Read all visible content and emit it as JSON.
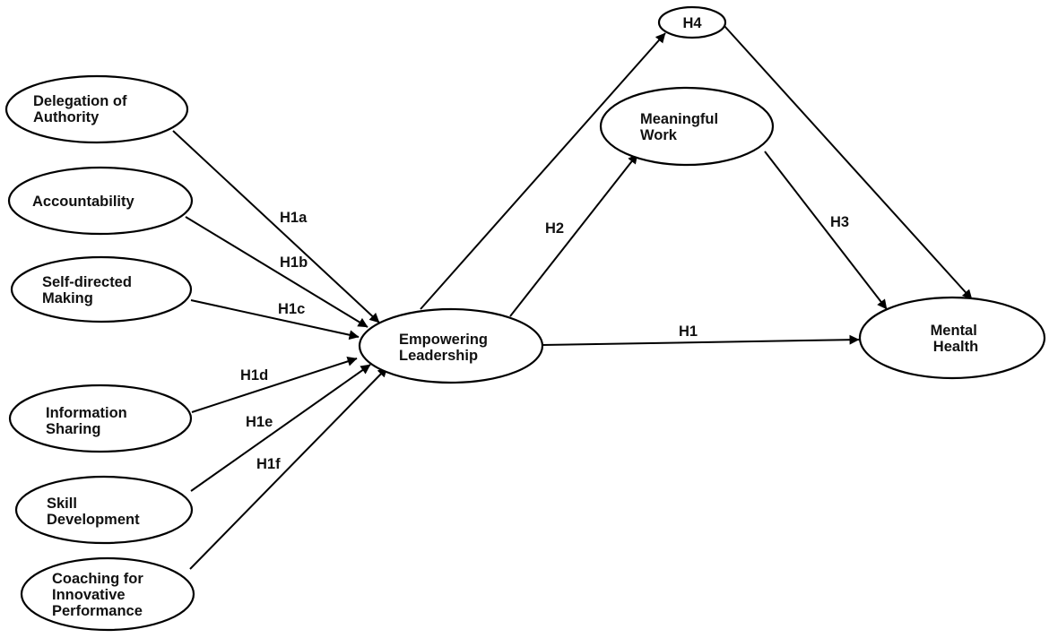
{
  "diagram": {
    "nodes": {
      "delegation": {
        "lines": [
          "Delegation of",
          "Authority"
        ]
      },
      "accountability": {
        "lines": [
          "Accountability"
        ]
      },
      "self_directed": {
        "lines": [
          "Self-directed",
          "Making"
        ]
      },
      "information": {
        "lines": [
          "Information",
          "Sharing"
        ]
      },
      "skill": {
        "lines": [
          "Skill",
          "Development"
        ]
      },
      "coaching": {
        "lines": [
          "Coaching for",
          "Innovative",
          "Performance"
        ]
      },
      "empowering": {
        "lines": [
          "Empowering",
          "Leadership"
        ]
      },
      "meaningful": {
        "lines": [
          "Meaningful",
          "Work"
        ]
      },
      "mental": {
        "lines": [
          "Mental",
          "Health"
        ]
      },
      "h4": {
        "lines": [
          "H4"
        ]
      }
    },
    "edges": {
      "h1a": {
        "from": "delegation",
        "to": "empowering",
        "label": "H1a"
      },
      "h1b": {
        "from": "accountability",
        "to": "empowering",
        "label": "H1b"
      },
      "h1c": {
        "from": "self_directed",
        "to": "empowering",
        "label": "H1c"
      },
      "h1d": {
        "from": "information",
        "to": "empowering",
        "label": "H1d"
      },
      "h1e": {
        "from": "skill",
        "to": "empowering",
        "label": "H1e"
      },
      "h1f": {
        "from": "coaching",
        "to": "empowering",
        "label": "H1f"
      },
      "h2": {
        "from": "empowering",
        "to": "meaningful",
        "label": "H2"
      },
      "h3": {
        "from": "meaningful",
        "to": "mental",
        "label": "H3"
      },
      "h1": {
        "from": "empowering",
        "to": "mental",
        "label": "H1"
      },
      "to_h4": {
        "from": "empowering",
        "to": "h4",
        "label": ""
      },
      "h4_out": {
        "from": "h4",
        "to": "mental",
        "label": ""
      }
    }
  }
}
